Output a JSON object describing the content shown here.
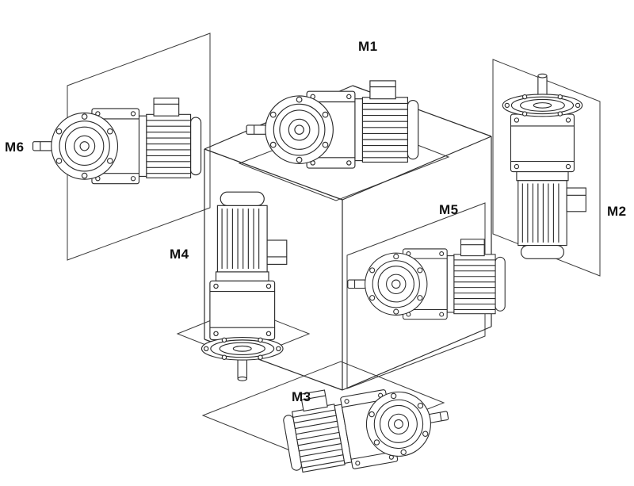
{
  "labels": {
    "m1": "M1",
    "m2": "M2",
    "m3": "M3",
    "m4": "M4",
    "m5": "M5",
    "m6": "M6"
  }
}
